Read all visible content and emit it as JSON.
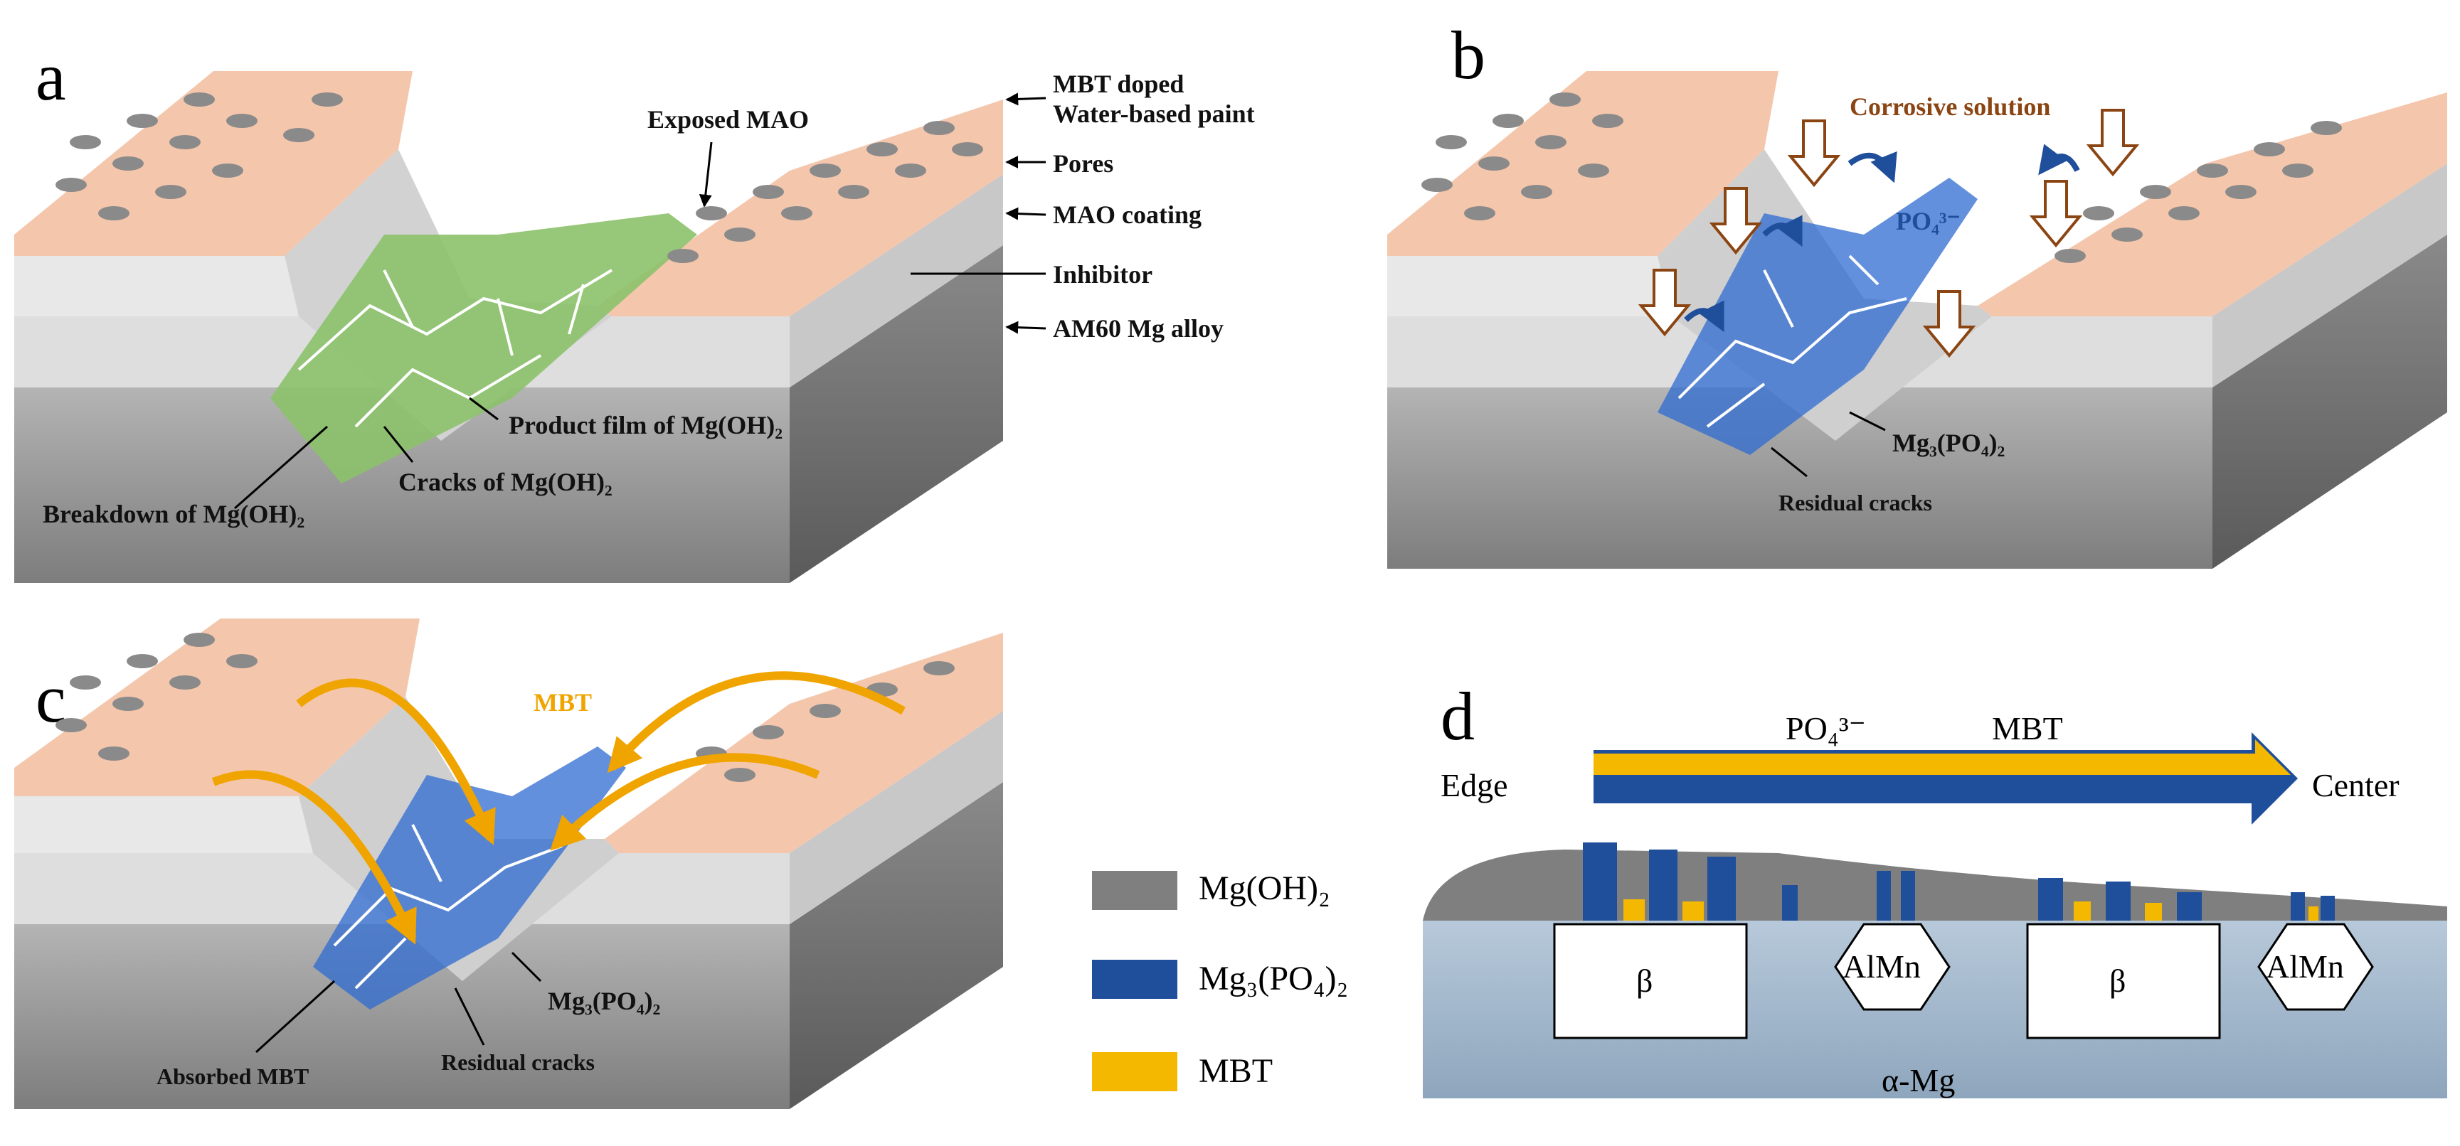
{
  "panels": {
    "a": {
      "letter": "a",
      "exposed_mao": "Exposed MAO",
      "mbt_doped_line1": "MBT doped",
      "mbt_doped_line2": "Water-based paint",
      "pores": "Pores",
      "mao_coating": "MAO coating",
      "inhibitor": "Inhibitor",
      "alloy": "AM60 Mg alloy",
      "product_film": "Product film of Mg(OH)₂",
      "cracks": "Cracks of Mg(OH)₂",
      "breakdown": "Breakdown of Mg(OH)₂"
    },
    "b": {
      "letter": "b",
      "corrosive_solution": "Corrosive solution",
      "po4": "PO₄³⁻",
      "mg3po42": "Mg₃(PO₄)₂",
      "residual_cracks": "Residual cracks"
    },
    "c": {
      "letter": "c",
      "mbt": "MBT",
      "mg3po42": "Mg₃(PO₄)₂",
      "absorbed_mbt": "Absorbed MBT",
      "residual_cracks": "Residual cracks"
    },
    "d": {
      "letter": "d",
      "edge": "Edge",
      "center": "Center",
      "po4": "PO₄³⁻",
      "mbt": "MBT",
      "beta1": "β",
      "beta2": "β",
      "almn1": "AlMn",
      "almn2": "AlMn",
      "alpha_mg": "α-Mg"
    }
  },
  "legend": {
    "items": [
      {
        "label": "Mg(OH)₂",
        "color": "#7f7f7f"
      },
      {
        "label": "Mg₃(PO₄)₂",
        "color": "#1f4e9a"
      },
      {
        "label": "MBT",
        "color": "#f5b800"
      }
    ]
  },
  "colors": {
    "paint": "#f3c3a8",
    "mao": "#dcdcdc",
    "alloy": "#9a9a9a",
    "mgoh2_film": "#8cc26b",
    "mg3po42": "#2f6bd1",
    "mbt": "#f0a400",
    "corrosive_arrow": "#8b4513"
  }
}
